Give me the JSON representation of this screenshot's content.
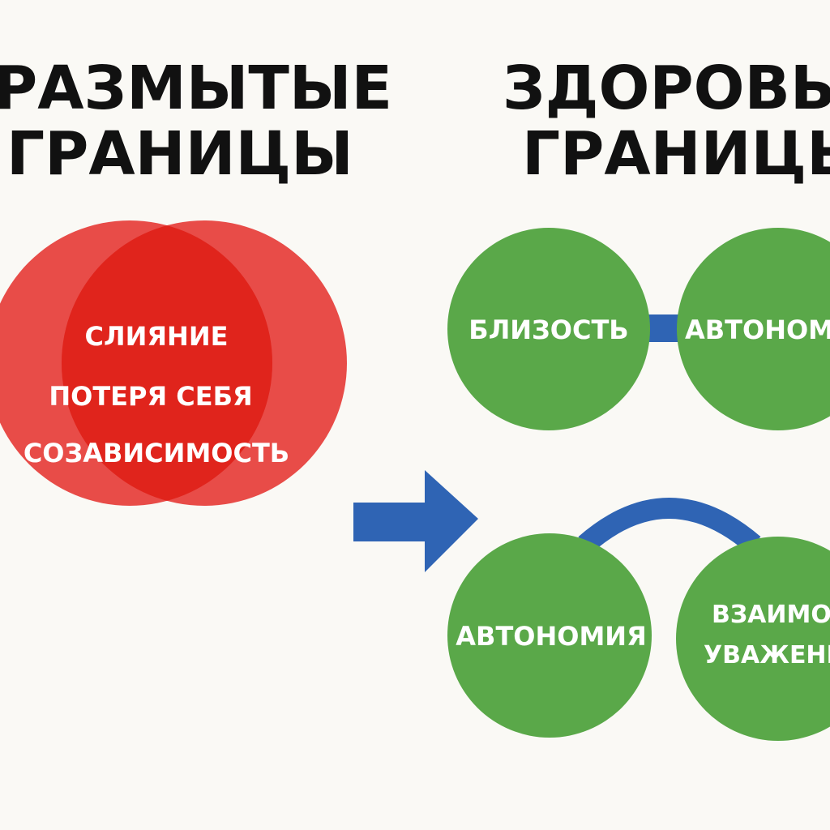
{
  "colors": {
    "background": "#faf9f5",
    "heading": "#111111",
    "blurred_circle": "#e53935",
    "blurred_overlap": "#e0241c",
    "healthy_circle": "#5aa849",
    "connector": "#2f64b4",
    "label_text": "#ffffff"
  },
  "left": {
    "title_line1": "РАЗМЫТЫЕ",
    "title_line2": "ГРАНИЦЫ",
    "labels": [
      "СЛИЯНИЕ",
      "ПОТЕРЯ СЕБЯ",
      "СОЗАВИСИМОСТЬ"
    ]
  },
  "right": {
    "title_line1": "ЗДОРОВЫЕ",
    "title_line2": "ГРАНИЦЫ",
    "top_pair": {
      "left_label": "БЛИЗОСТЬ",
      "right_label": "АВТОНОМИЯ"
    },
    "bottom_pair": {
      "left_label": "АВТОНОМИЯ",
      "right_label_line1": "ВЗАИМО-",
      "right_label_line2": "УВАЖЕНИЕ"
    }
  },
  "arrow": {
    "direction": "right",
    "icon": "right-arrow-icon"
  }
}
